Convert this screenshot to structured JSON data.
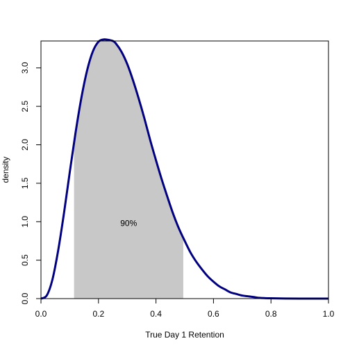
{
  "chart_data": {
    "type": "area",
    "title": "",
    "xlabel": "True Day 1 Retention",
    "ylabel": "density",
    "xlim": [
      0,
      1
    ],
    "ylim": [
      0,
      3.35
    ],
    "x_ticks": [
      0.0,
      0.2,
      0.4,
      0.6,
      0.8,
      1.0
    ],
    "x_tick_labels": [
      "0.0",
      "0.2",
      "0.4",
      "0.6",
      "0.8",
      "1.0"
    ],
    "y_ticks": [
      0.0,
      0.5,
      1.0,
      1.5,
      2.0,
      2.5,
      3.0
    ],
    "y_tick_labels": [
      "0.0",
      "0.5",
      "1.0",
      "1.5",
      "2.0",
      "2.5",
      "3.0"
    ],
    "grid": false,
    "series": [
      {
        "color": "#000080",
        "x": [
          0.0,
          0.02,
          0.04,
          0.06,
          0.08,
          0.1,
          0.12,
          0.14,
          0.16,
          0.18,
          0.2,
          0.22,
          0.24,
          0.25,
          0.26,
          0.28,
          0.3,
          0.32,
          0.34,
          0.36,
          0.38,
          0.4,
          0.42,
          0.44,
          0.46,
          0.48,
          0.5,
          0.52,
          0.54,
          0.56,
          0.58,
          0.6,
          0.62,
          0.64,
          0.66,
          0.68,
          0.7,
          0.72,
          0.74,
          0.76,
          0.78,
          0.8,
          0.85,
          0.9,
          0.95,
          1.0
        ],
        "y": [
          0.0,
          0.04,
          0.25,
          0.63,
          1.11,
          1.64,
          2.15,
          2.6,
          2.96,
          3.21,
          3.34,
          3.37,
          3.36,
          3.35,
          3.32,
          3.21,
          3.05,
          2.84,
          2.6,
          2.34,
          2.06,
          1.8,
          1.55,
          1.32,
          1.1,
          0.91,
          0.75,
          0.6,
          0.48,
          0.38,
          0.29,
          0.22,
          0.16,
          0.12,
          0.08,
          0.06,
          0.04,
          0.03,
          0.02,
          0.01,
          0.006,
          0.004,
          0.001,
          0.0,
          0.0,
          0.0
        ]
      }
    ],
    "shaded_interval": {
      "x_from": 0.115,
      "x_to": 0.495,
      "color": "#c8c8c8",
      "label": "90%",
      "label_x": 0.305,
      "label_y": 0.98
    }
  }
}
